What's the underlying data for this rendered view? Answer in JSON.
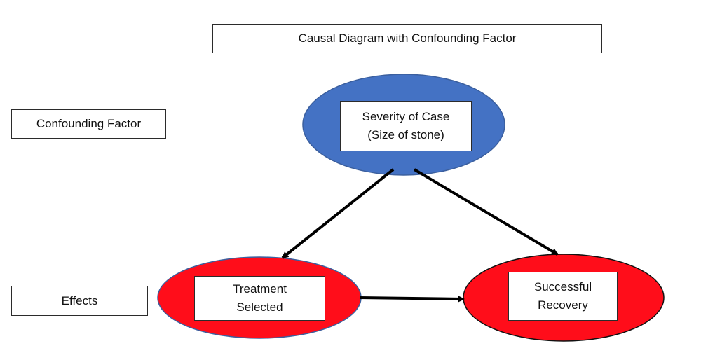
{
  "title": "Causal Diagram with Confounding Factor",
  "row_labels": {
    "confounding": "Confounding Factor",
    "effects": "Effects"
  },
  "nodes": {
    "severity": {
      "line1": "Severity of Case",
      "line2": "(Size of stone)",
      "fill": "#4472C4",
      "stroke": "#3B5F9E"
    },
    "treatment": {
      "line1": "Treatment",
      "line2": "Selected",
      "fill": "#FF0D1A",
      "stroke": "#3B5F9E"
    },
    "recovery": {
      "line1": "Successful",
      "line2": "Recovery",
      "fill": "#FF0D1A",
      "stroke": "#111111"
    }
  },
  "edges": [
    {
      "from": "severity",
      "to": "treatment"
    },
    {
      "from": "severity",
      "to": "recovery"
    },
    {
      "from": "treatment",
      "to": "recovery"
    }
  ],
  "arrow_color": "#000000"
}
